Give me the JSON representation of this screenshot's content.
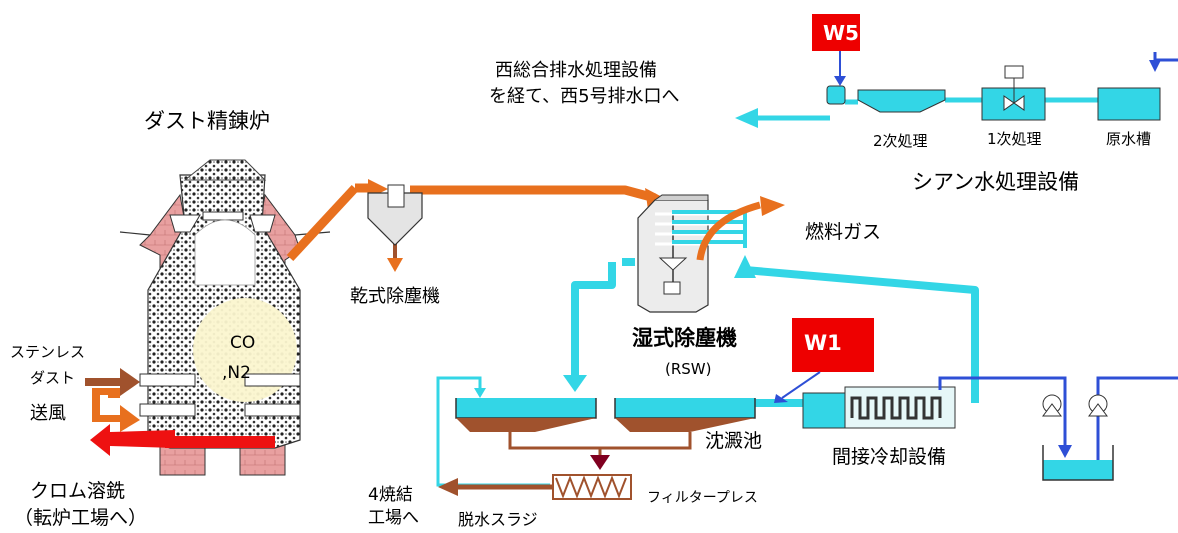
{
  "labels": {
    "furnace_title": "ダスト精錬炉",
    "furnace_gas": "CO",
    "furnace_gas2": ",N2",
    "stainless_dust_1": "ステンレス",
    "stainless_dust_2": "ダスト",
    "blast": "送風",
    "chrome_iron_1": "クロム溶銑",
    "chrome_iron_2": "（転炉工場へ）",
    "dry_dust_collector": "乾式除塵機",
    "wet_dust_collector": "湿式除塵機",
    "rsw": "(RSW)",
    "fuel_gas": "燃料ガス",
    "settling_pond": "沈澱池",
    "indirect_cooling": "間接冷却設備",
    "filter_press": "フィルタープレス",
    "dewatered_sludge": "脱水スラジ",
    "sintering_1": "4焼結",
    "sintering_2": "工場へ",
    "discharge_1": "西総合排水処理設備",
    "discharge_2": "を経て、西5号排水口へ",
    "secondary": "2次処理",
    "primary": "1次処理",
    "raw_tank": "原水槽",
    "cyanide_facility": "シアン水処理設備"
  },
  "sampling_points": {
    "w5": "W5",
    "w1": "W1"
  },
  "colors": {
    "gas_flow": "#e8701e",
    "water_flow": "#33d6e6",
    "fresh_water": "#2e4fd6",
    "sludge": "#a0522d",
    "furnace_refractory": "#e89a9a",
    "sample_marker": "#ee0000"
  }
}
